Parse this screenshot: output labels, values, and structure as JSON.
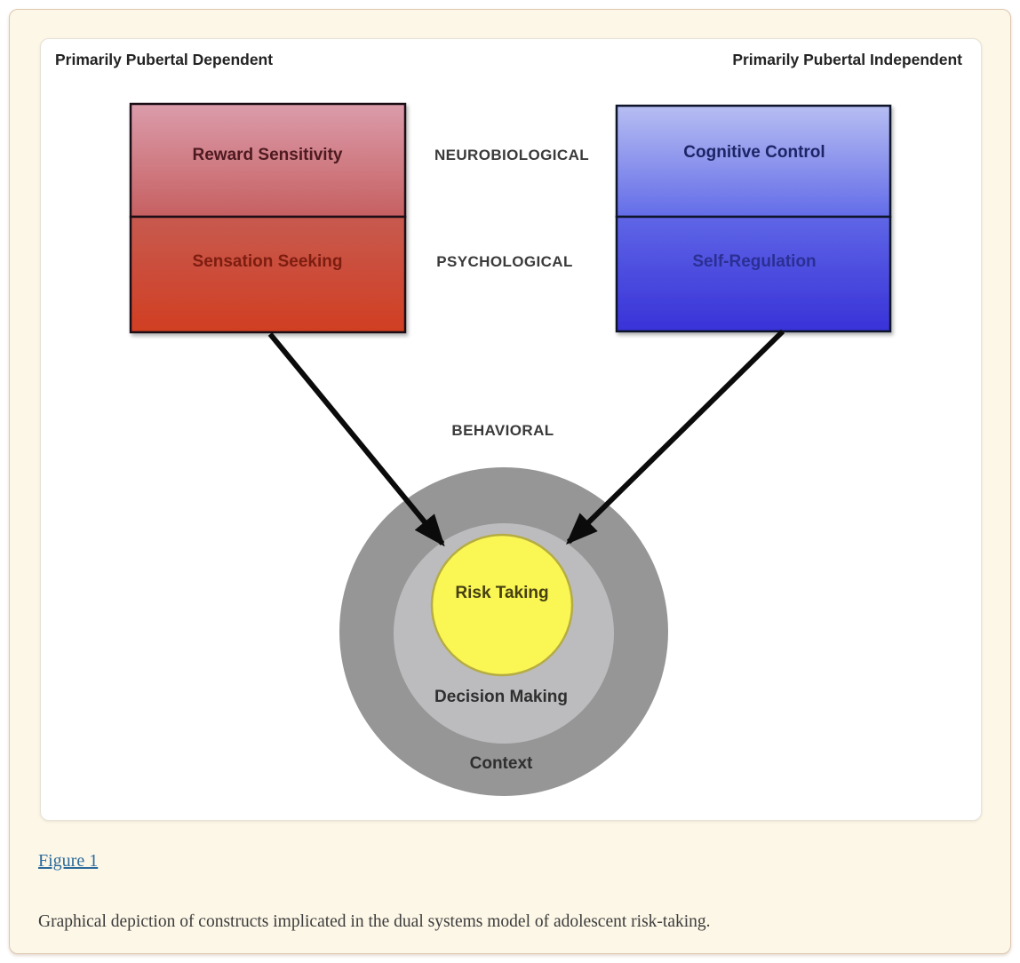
{
  "diagram": {
    "header_left": "Primarily Pubertal Dependent",
    "header_right": "Primarily Pubertal Independent",
    "levels": [
      "NEUROBIOLOGICAL",
      "PSYCHOLOGICAL",
      "BEHAVIORAL"
    ],
    "red_system": {
      "neurobiological_label": "Reward Sensitivity",
      "psychological_label": "Sensation Seeking"
    },
    "blue_system": {
      "neurobiological_label": "Cognitive Control",
      "psychological_label": "Self-Regulation"
    },
    "behavioral_rings": {
      "inner": "Risk Taking",
      "middle": "Decision Making",
      "outer": "Context"
    },
    "colors": {
      "red_gradient_top": "#db9cab",
      "red_gradient_mid": "#c66061",
      "red_gradient_bottom": "#d13e22",
      "blue_gradient_top": "#b7bef2",
      "blue_gradient_mid": "#5f66e6",
      "blue_gradient_bottom": "#3832d8",
      "ring_outer_gray": "#969696",
      "ring_middle_gray": "#bcbcbf",
      "ring_inner_yellow": "#faf754",
      "arrow_black": "#0b0b0b",
      "card_cream": "#fdf7e7"
    }
  },
  "caption": {
    "link_label": "Figure 1",
    "text": "Graphical depiction of constructs implicated in the dual systems model of adolescent risk-taking.",
    "link_color": "#2b6a9b"
  }
}
